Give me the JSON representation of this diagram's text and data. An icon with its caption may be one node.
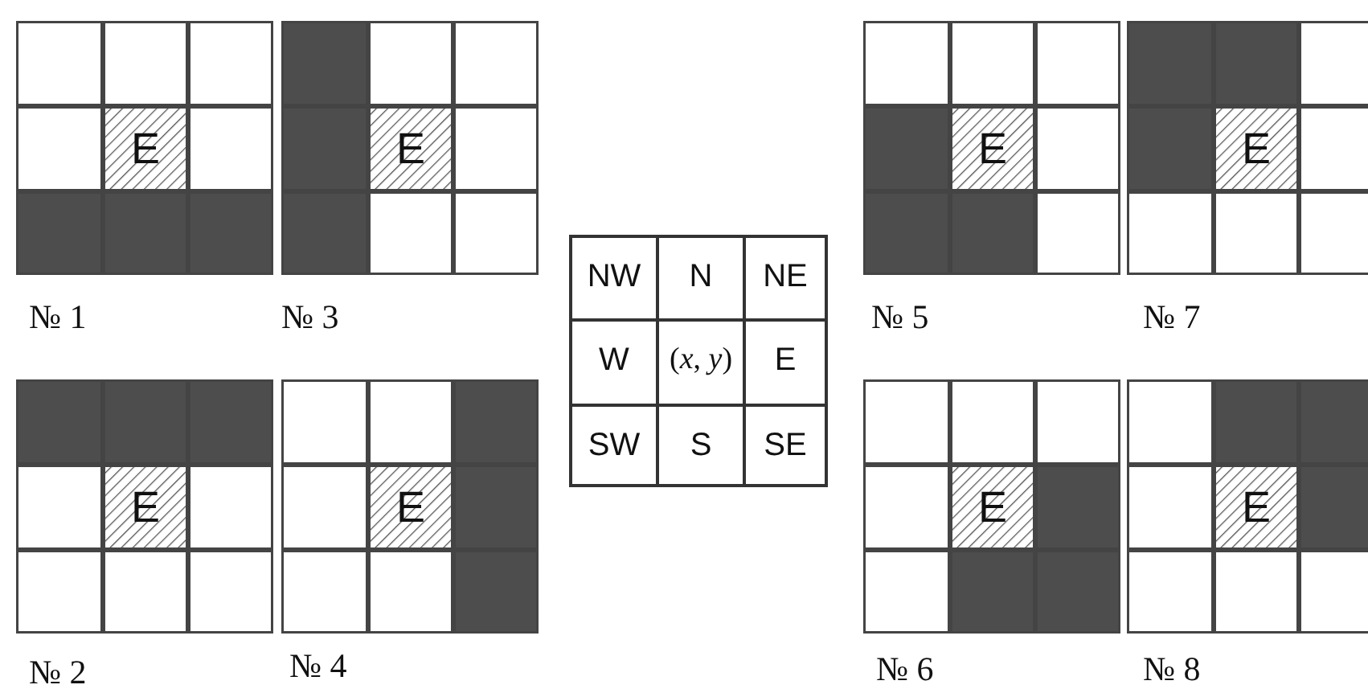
{
  "diagram": {
    "nodes": [
      {
        "text": [
          "E"
        ],
        "beside": [
          "№ 1"
        ]
      },
      {
        "text": [
          "E"
        ],
        "beside": [
          "№ 3"
        ]
      },
      {
        "text": [
          "E"
        ],
        "beside": [
          "№ 5"
        ]
      },
      {
        "text": [
          "E"
        ],
        "beside": [
          "№ 7"
        ]
      },
      {
        "text": [
          "E"
        ],
        "beside": [
          "№ 2"
        ]
      },
      {
        "text": [
          "E"
        ],
        "beside": [
          "№ 4"
        ]
      },
      {
        "text": [
          "E"
        ],
        "beside": [
          "№ 6"
        ]
      },
      {
        "text": [
          "E"
        ],
        "beside": [
          "№ 8"
        ]
      }
    ],
    "edges": [],
    "labels": [
      "NW",
      "N",
      "NE",
      "W",
      "(*x*, *y*)",
      "E",
      "SW",
      "S",
      "SE"
    ]
  }
}
